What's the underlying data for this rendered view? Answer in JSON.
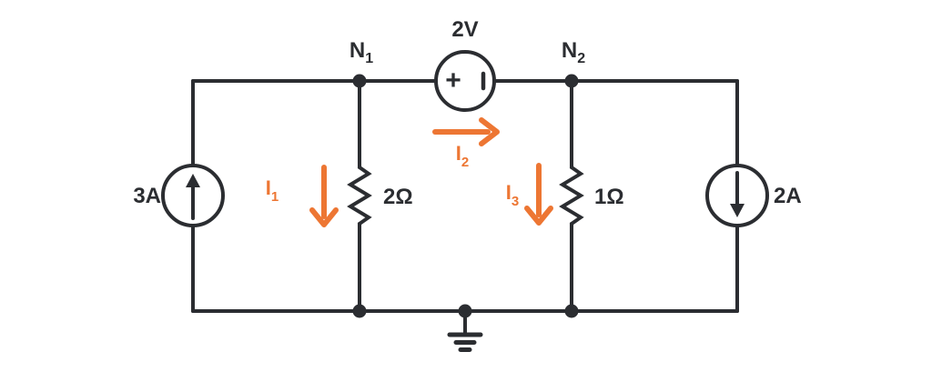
{
  "colors": {
    "wire": "#2b2d31",
    "text": "#2b2d31",
    "accent": "#ed7633",
    "background": "#ffffff"
  },
  "labels": {
    "voltage_source": "2V",
    "vs_plus": "+",
    "node1": {
      "base": "N",
      "sub": "1"
    },
    "node2": {
      "base": "N",
      "sub": "2"
    },
    "source_left": "3A",
    "source_right": "2A",
    "resistor_left": "2Ω",
    "resistor_right": "1Ω",
    "current1": {
      "base": "I",
      "sub": "1"
    },
    "current2": {
      "base": "I",
      "sub": "2"
    },
    "current3": {
      "base": "I",
      "sub": "3"
    }
  }
}
